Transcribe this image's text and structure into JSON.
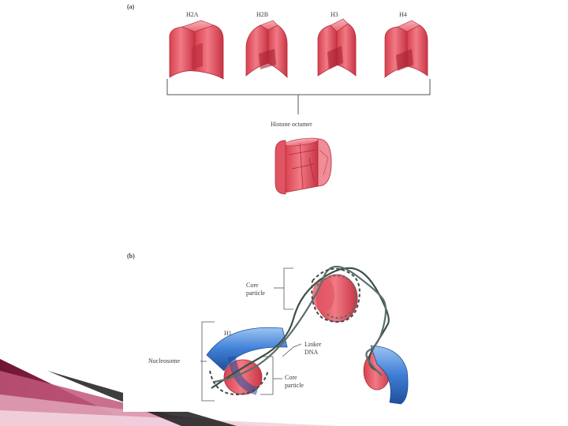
{
  "slide": {
    "part_a_label": "(a)",
    "part_b_label": "(b)"
  },
  "histones": [
    {
      "name": "H2A"
    },
    {
      "name": "H2B"
    },
    {
      "name": "H3"
    },
    {
      "name": "H4"
    }
  ],
  "octamer": {
    "label": "Histone octamer"
  },
  "nucleosome": {
    "core_particle_top": [
      "Core",
      "particle"
    ],
    "h1": "H1",
    "linker": [
      "Linker",
      "DNA"
    ],
    "nucleosome": "Nucleosome",
    "core_particle_bottom": [
      "Core",
      "particle"
    ]
  },
  "colors": {
    "histone": "#e8505e",
    "histone_light": "#f4a3ac",
    "h1_blue": "#3f7fd6",
    "dna": "#3d4f4a",
    "maroon": "#8a1d3c",
    "pink": "#d98aa2"
  }
}
